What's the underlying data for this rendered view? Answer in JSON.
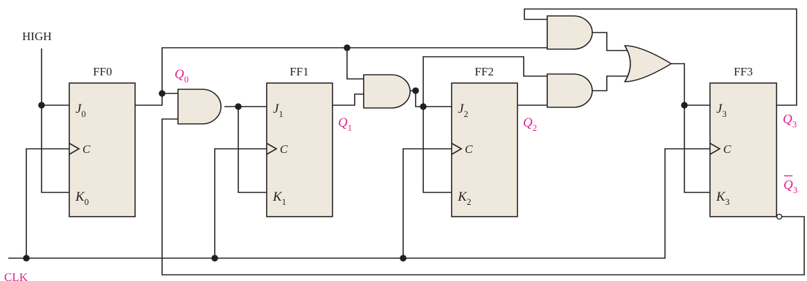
{
  "labels": {
    "high": "HIGH",
    "clk": "CLK",
    "ff0": "FF0",
    "ff1": "FF1",
    "ff2": "FF2",
    "ff3": "FF3",
    "clock_pin": "C"
  },
  "pins": {
    "j0": {
      "base": "J",
      "sub": "0"
    },
    "k0": {
      "base": "K",
      "sub": "0"
    },
    "j1": {
      "base": "J",
      "sub": "1"
    },
    "k1": {
      "base": "K",
      "sub": "1"
    },
    "j2": {
      "base": "J",
      "sub": "2"
    },
    "k2": {
      "base": "K",
      "sub": "2"
    },
    "j3": {
      "base": "J",
      "sub": "3"
    },
    "k3": {
      "base": "K",
      "sub": "3"
    }
  },
  "outputs": {
    "q0": {
      "base": "Q",
      "sub": "0"
    },
    "q1": {
      "base": "Q",
      "sub": "1"
    },
    "q2": {
      "base": "Q",
      "sub": "2"
    },
    "q3": {
      "base": "Q",
      "sub": "3"
    },
    "q3bar": {
      "base": "Q",
      "sub": "3"
    }
  },
  "colors": {
    "wire": "#231f20",
    "fill": "#efe9dd",
    "output_label": "#e0208c"
  }
}
